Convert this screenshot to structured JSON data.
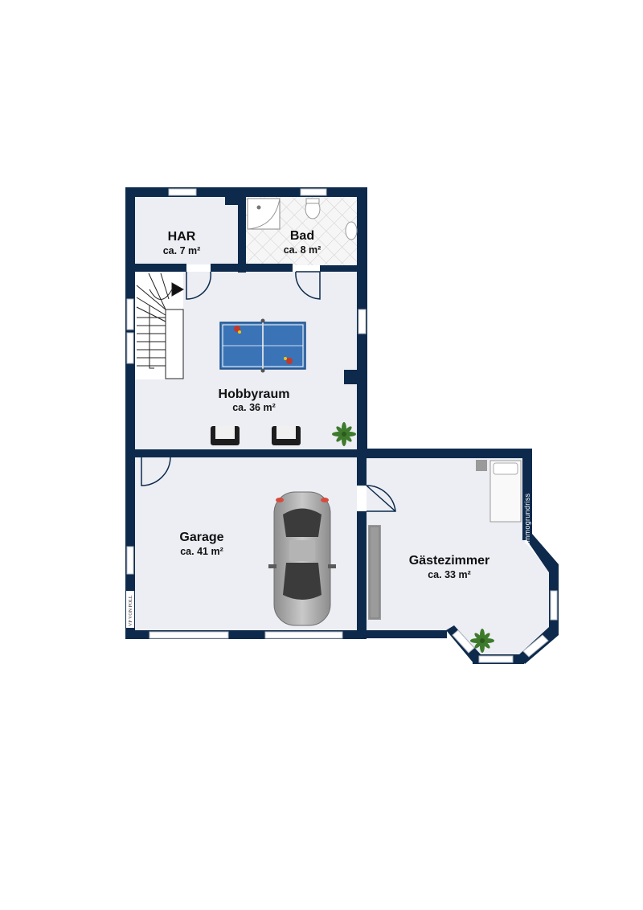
{
  "rooms": {
    "har": {
      "name": "HAR",
      "area": "ca. 7 m²"
    },
    "bad": {
      "name": "Bad",
      "area": "ca. 8 m²"
    },
    "hobbyraum": {
      "name": "Hobbyraum",
      "area": "ca. 36 m²"
    },
    "garage": {
      "name": "Garage",
      "area": "ca. 41 m²"
    },
    "gaestezimmer": {
      "name": "Gästezimmer",
      "area": "ca. 33 m²"
    }
  },
  "watermark": "Immogrundriss",
  "logo": {
    "monogram": "VP",
    "text": "VON POLL"
  },
  "colors": {
    "wall": "#0d2a4c",
    "floor": "#eceef3",
    "bath_tile": "#f4f4f4",
    "table": "#3a74b6",
    "car": "#a5a5a5"
  }
}
